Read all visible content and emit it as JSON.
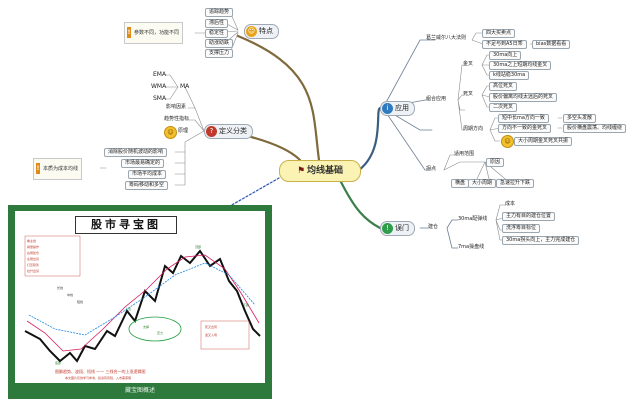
{
  "center": {
    "label": "均线基础"
  },
  "branches": {
    "features": "特点",
    "classification": "定义分类",
    "application": "应用",
    "pitfalls": "误门"
  },
  "features_items": [
    "追踪趋势",
    "滞后性",
    "稳定性",
    "助涨助跌",
    "支撑压力"
  ],
  "features_note": "参数不同，功能不同",
  "classification": {
    "ma_types": [
      "EMA",
      "WMA",
      "SMA"
    ],
    "ma_label": "MA",
    "influence": "影响因素",
    "indicator": "趋势性指标",
    "core": "原理",
    "reasons": [
      "消除股价随机波动的影响",
      "市场最易确定的",
      "市场平均成本",
      "筹码移动和多空"
    ],
    "note": "本质为成本均线"
  },
  "application": {
    "granville": {
      "label": "葛兰威尔八大法则",
      "items": [
        "四大买卖点",
        "不足与到A5日乖",
        "bias数据看看"
      ]
    },
    "position": {
      "label": "组合应用",
      "cross": {
        "label": "金叉",
        "items": [
          "30ma向上",
          "30ma之上短期均线金叉",
          "k线站稳30ma"
        ]
      },
      "dead": {
        "label": "死叉",
        "items": [
          "高位死叉",
          "股价偏离均线太远后的死叉",
          "二次死叉"
        ]
      },
      "trend": {
        "label": "周期方向",
        "items": [
          "短中长ma方向一致",
          "多空头发散",
          "方向不一致的金死叉",
          "股价横盘震荡、均线缠绕",
          "大小周期金叉死叉共振"
        ]
      }
    },
    "turn": {
      "label": "拐点",
      "scope": "适用范围",
      "source": "原因",
      "items": [
        "横盘",
        "大小周期",
        "急速拉升下跌"
      ]
    }
  },
  "pitfalls": {
    "entry": "建仓",
    "ma30": {
      "label": "30ma配弹线",
      "items": [
        "成本",
        "主力有目的建仓位置",
        "洗浮筹目标位",
        "30ma拐头向上，主力完成建仓"
      ]
    },
    "ma7": "7ma操盘线"
  },
  "poster": {
    "title": "股市寻宝图",
    "caption": "藏宝图概述",
    "labels_red": [
      "看主线",
      "横量操作",
      "右侧建仓",
      "左侧出货",
      "打压吸筹",
      "拉升出货",
      "死叉出局",
      "金叉入场"
    ],
    "labels_green": [
      "底部",
      "上涨",
      "顶部",
      "下跌",
      "支撑",
      "压力"
    ],
    "labels_black": [
      "长线",
      "中线",
      "短线"
    ],
    "banner": "图解趋势、波段、短线 —— 三线合一的上涨逻辑图",
    "footer": "本文图片仅供学习参考，投资有风险，入市需谨慎"
  }
}
